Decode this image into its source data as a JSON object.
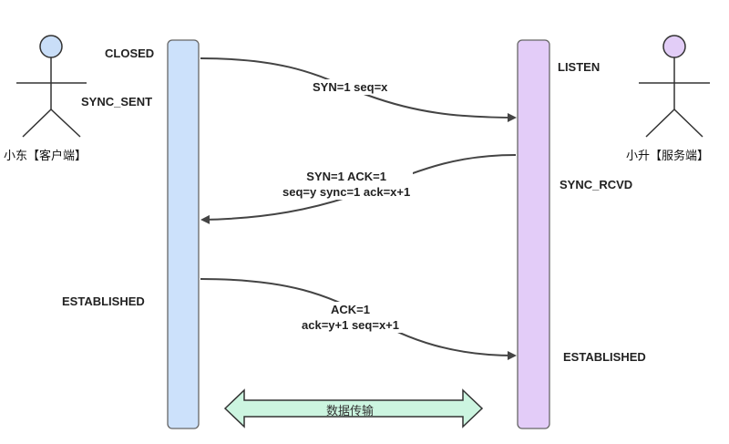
{
  "actors": {
    "client": {
      "name": "小东【客户端】",
      "color": "#c9def8"
    },
    "server": {
      "name": "小升【服务端】",
      "color": "#e2cdf7"
    }
  },
  "lifelines": {
    "client_color": "#cce1fb",
    "server_color": "#e3ccf8"
  },
  "client_states": {
    "closed": "CLOSED",
    "sync_sent": "SYNC_SENT",
    "established": "ESTABLISHED"
  },
  "server_states": {
    "listen": "LISTEN",
    "sync_rcvd": "SYNC_RCVD",
    "established": "ESTABLISHED"
  },
  "messages": {
    "m1": {
      "line1": "SYN=1 seq=x"
    },
    "m2": {
      "line1": "SYN=1 ACK=1",
      "line2": "seq=y sync=1 ack=x+1"
    },
    "m3": {
      "line1": "ACK=1",
      "line2": "ack=y+1 seq=x+1"
    }
  },
  "transfer": {
    "label": "数据传输",
    "color": "#ccf5e0"
  }
}
